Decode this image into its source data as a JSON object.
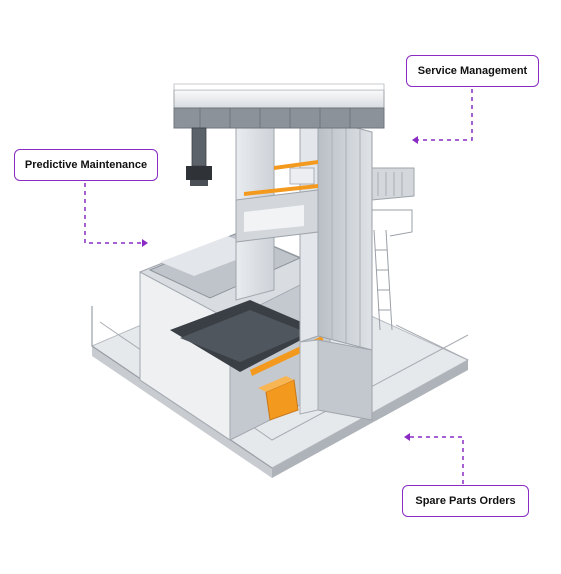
{
  "callouts": {
    "service_management": "Service Management",
    "predictive_maintenance": "Predictive Maintenance",
    "spare_parts_orders": "Spare Parts Orders"
  },
  "colors": {
    "accent": "#8a2cc4",
    "machine_gray": "#cfd3d8",
    "orange": "#f39a1e"
  }
}
